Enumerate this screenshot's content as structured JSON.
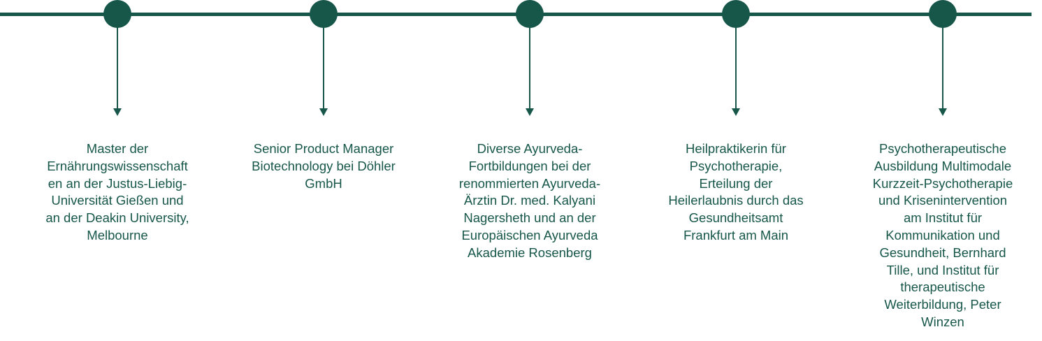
{
  "accent_color": "#17574a",
  "timeline": [
    {
      "lines": [
        "Master der",
        "Ernährungswissenschaft",
        "en an der Justus-Liebig-",
        "Universität Gießen und",
        "an der Deakin University,",
        "Melbourne"
      ]
    },
    {
      "lines": [
        "Senior Product Manager",
        "Biotechnology bei Döhler",
        "GmbH"
      ]
    },
    {
      "lines": [
        "Diverse Ayurveda-",
        "Fortbildungen bei der",
        "renommierten Ayurveda-",
        "Ärztin Dr. med. Kalyani",
        "Nagersheth und an der",
        "Europäischen Ayurveda",
        "Akademie Rosenberg"
      ]
    },
    {
      "lines": [
        "Heilpraktikerin für",
        "Psychotherapie,",
        "Erteilung der",
        "Heilerlaubnis durch das",
        "Gesundheitsamt",
        "Frankfurt am Main"
      ]
    },
    {
      "lines": [
        "Psychotherapeutische",
        "Ausbildung Multimodale",
        "Kurzzeit-Psychotherapie",
        "und Krisenintervention",
        "am Institut für",
        "Kommunikation und",
        "Gesundheit, Bernhard",
        "Tille, und Institut für",
        "therapeutische",
        "Weiterbildung, Peter",
        "Winzen"
      ]
    }
  ]
}
